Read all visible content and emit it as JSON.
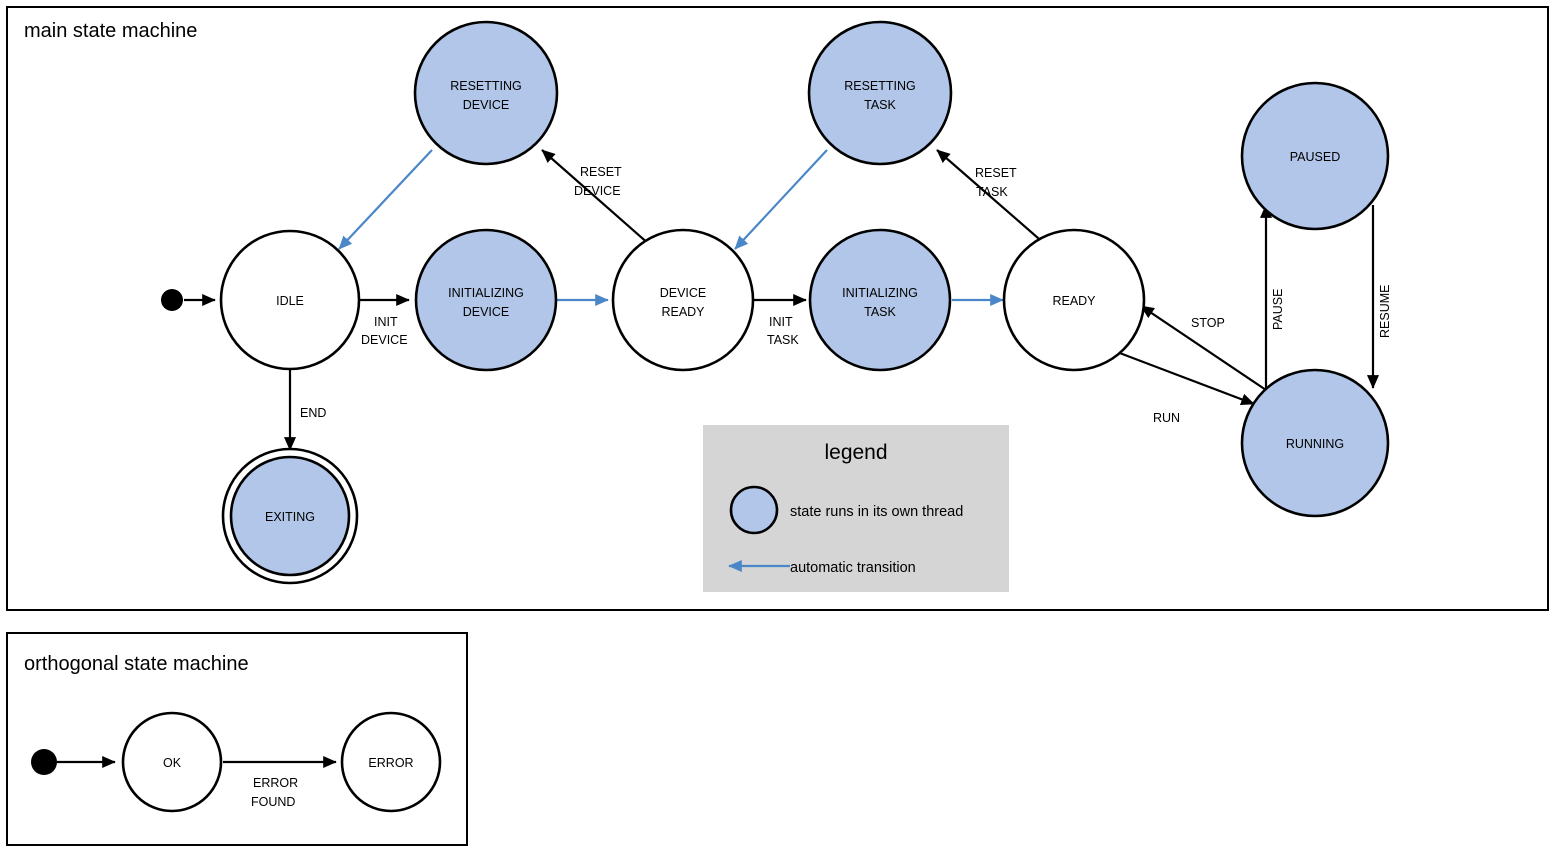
{
  "colors": {
    "thread_state_fill": "#b1c6e8",
    "plain_state_fill": "#ffffff",
    "stroke": "#000000",
    "auto_transition": "#4a86c8",
    "legend_background": "#d5d5d5",
    "page_background": "#ffffff"
  },
  "panels": [
    {
      "id": "main",
      "title": "main state machine"
    },
    {
      "id": "orthogonal",
      "title": "orthogonal state machine"
    }
  ],
  "main": {
    "title": "main state machine",
    "states": [
      {
        "id": "idle",
        "label_lines": [
          "IDLE"
        ],
        "thread": false,
        "final": false
      },
      {
        "id": "resetdev",
        "label_lines": [
          "RESETTING",
          "DEVICE"
        ],
        "thread": true,
        "final": false
      },
      {
        "id": "initdev",
        "label_lines": [
          "INITIALIZING",
          "DEVICE"
        ],
        "thread": true,
        "final": false
      },
      {
        "id": "devready",
        "label_lines": [
          "DEVICE",
          "READY"
        ],
        "thread": false,
        "final": false
      },
      {
        "id": "resettask",
        "label_lines": [
          "RESETTING",
          "TASK"
        ],
        "thread": true,
        "final": false
      },
      {
        "id": "inittask",
        "label_lines": [
          "INITIALIZING",
          "TASK"
        ],
        "thread": true,
        "final": false
      },
      {
        "id": "ready",
        "label_lines": [
          "READY"
        ],
        "thread": false,
        "final": false
      },
      {
        "id": "paused",
        "label_lines": [
          "PAUSED"
        ],
        "thread": true,
        "final": false
      },
      {
        "id": "running",
        "label_lines": [
          "RUNNING"
        ],
        "thread": true,
        "final": false
      },
      {
        "id": "exiting",
        "label_lines": [
          "EXITING"
        ],
        "thread": true,
        "final": true
      }
    ],
    "transitions": [
      {
        "from": "start",
        "to": "idle",
        "label_lines": [],
        "automatic": false
      },
      {
        "from": "idle",
        "to": "initdev",
        "label_lines": [
          "INIT",
          "DEVICE"
        ],
        "automatic": false
      },
      {
        "from": "initdev",
        "to": "devready",
        "label_lines": [],
        "automatic": true
      },
      {
        "from": "devready",
        "to": "resetdev",
        "label_lines": [
          "RESET",
          "DEVICE"
        ],
        "automatic": false
      },
      {
        "from": "resetdev",
        "to": "idle",
        "label_lines": [],
        "automatic": true
      },
      {
        "from": "devready",
        "to": "inittask",
        "label_lines": [
          "INIT",
          "TASK"
        ],
        "automatic": false
      },
      {
        "from": "inittask",
        "to": "ready",
        "label_lines": [],
        "automatic": true
      },
      {
        "from": "ready",
        "to": "resettask",
        "label_lines": [
          "RESET",
          "TASK"
        ],
        "automatic": false
      },
      {
        "from": "resettask",
        "to": "devready",
        "label_lines": [],
        "automatic": true
      },
      {
        "from": "ready",
        "to": "running",
        "label_lines": [
          "RUN"
        ],
        "automatic": false
      },
      {
        "from": "running",
        "to": "ready",
        "label_lines": [
          "STOP"
        ],
        "automatic": false
      },
      {
        "from": "running",
        "to": "paused",
        "label_lines": [
          "PAUSE"
        ],
        "automatic": false
      },
      {
        "from": "paused",
        "to": "running",
        "label_lines": [
          "RESUME"
        ],
        "automatic": false
      },
      {
        "from": "idle",
        "to": "exiting",
        "label_lines": [
          "END"
        ],
        "automatic": false
      }
    ],
    "labels": {
      "idle": "IDLE",
      "resetting_device_1": "RESETTING",
      "resetting_device_2": "DEVICE",
      "initializing_device_1": "INITIALIZING",
      "initializing_device_2": "DEVICE",
      "device_ready_1": "DEVICE",
      "device_ready_2": "READY",
      "resetting_task_1": "RESETTING",
      "resetting_task_2": "TASK",
      "initializing_task_1": "INITIALIZING",
      "initializing_task_2": "TASK",
      "ready": "READY",
      "paused": "PAUSED",
      "running": "RUNNING",
      "exiting": "EXITING",
      "init_device_1": "INIT",
      "init_device_2": "DEVICE",
      "reset_device_1": "RESET",
      "reset_device_2": "DEVICE",
      "init_task_1": "INIT",
      "init_task_2": "TASK",
      "reset_task_1": "RESET",
      "reset_task_2": "TASK",
      "run": "RUN",
      "stop": "STOP",
      "pause": "PAUSE",
      "resume": "RESUME",
      "end": "END"
    }
  },
  "legend": {
    "title": "legend",
    "items": [
      {
        "kind": "circle",
        "text": "state runs in its own thread"
      },
      {
        "kind": "arrow",
        "text": "automatic transition"
      }
    ],
    "thread_text": "state runs in its own thread",
    "auto_text": "automatic transition"
  },
  "orthogonal": {
    "title": "orthogonal state machine",
    "states": [
      {
        "id": "ok",
        "label": "OK"
      },
      {
        "id": "error",
        "label": "ERROR"
      }
    ],
    "transitions": [
      {
        "from": "start",
        "to": "ok",
        "label_lines": []
      },
      {
        "from": "ok",
        "to": "error",
        "label_lines": [
          "ERROR",
          "FOUND"
        ]
      }
    ],
    "labels": {
      "ok": "OK",
      "error": "ERROR",
      "error_found_1": "ERROR",
      "error_found_2": "FOUND"
    }
  }
}
